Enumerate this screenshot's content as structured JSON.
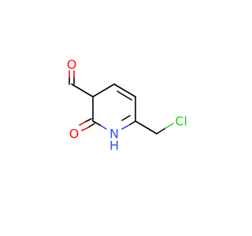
{
  "atoms": {
    "aldehyde_o": {
      "label": "O",
      "color": "#ff0d0d"
    },
    "ketone_o": {
      "label": "O",
      "color": "#ff0d0d"
    },
    "ring_n": {
      "label": "N",
      "color": "#3050f8"
    },
    "ring_nh": {
      "label": "H",
      "color": "#3050f8"
    },
    "chlorine": {
      "label": "Cl",
      "color": "#1fd01f"
    }
  }
}
